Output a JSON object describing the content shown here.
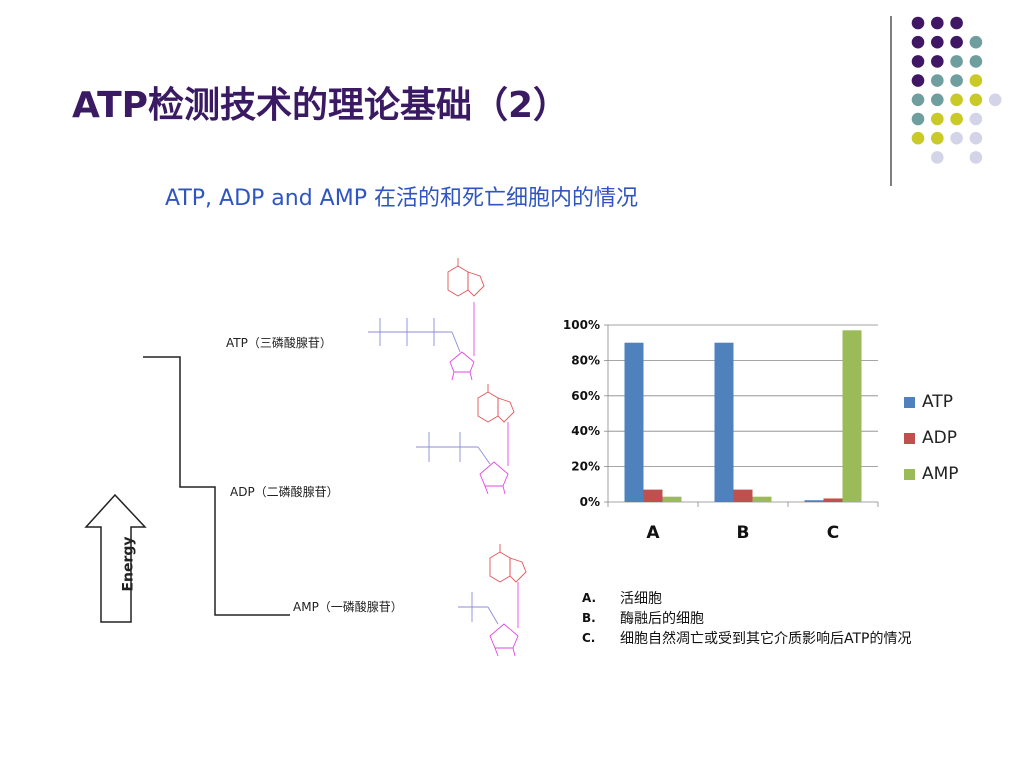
{
  "slide": {
    "title": "ATP检测技术的理论基础（2）",
    "subtitle": "ATP, ADP and AMP 在活的和死亡细胞内的情况"
  },
  "diagram": {
    "labels": {
      "atp": "ATP（三磷酸腺苷）",
      "adp": "ADP（二磷酸腺苷）",
      "amp": "AMP（一磷酸腺苷）"
    },
    "energy_label": "Energy"
  },
  "colors": {
    "title": "#3a1a63",
    "subtitle": "#2f55c0",
    "atp": "#4f81bd",
    "adp": "#c0504d",
    "amp": "#9bbb59",
    "phosphate": "#8c8cd8",
    "base": "#e2555a",
    "sugar": "#e04ae0",
    "dot_purple": "#3f1764",
    "dot_teal": "#6f9e9e",
    "dot_yellow": "#c9c927",
    "dot_lavender": "#d4d4e8"
  },
  "chart_data": {
    "type": "bar",
    "categories": [
      "A",
      "B",
      "C"
    ],
    "series": [
      {
        "name": "ATP",
        "values": [
          90,
          90,
          1
        ]
      },
      {
        "name": "ADP",
        "values": [
          7,
          7,
          2
        ]
      },
      {
        "name": "AMP",
        "values": [
          3,
          3,
          97
        ]
      }
    ],
    "yticks": [
      "0%",
      "20%",
      "40%",
      "60%",
      "80%",
      "100%"
    ],
    "ylim": [
      0,
      100
    ],
    "legend": "right",
    "grid": true
  },
  "notes": [
    {
      "letter": "A.",
      "text": "活细胞"
    },
    {
      "letter": "B.",
      "text": "酶融后的细胞"
    },
    {
      "letter": "C.",
      "text": "细胞自然凋亡或受到其它介质影响后ATP的情况"
    }
  ]
}
